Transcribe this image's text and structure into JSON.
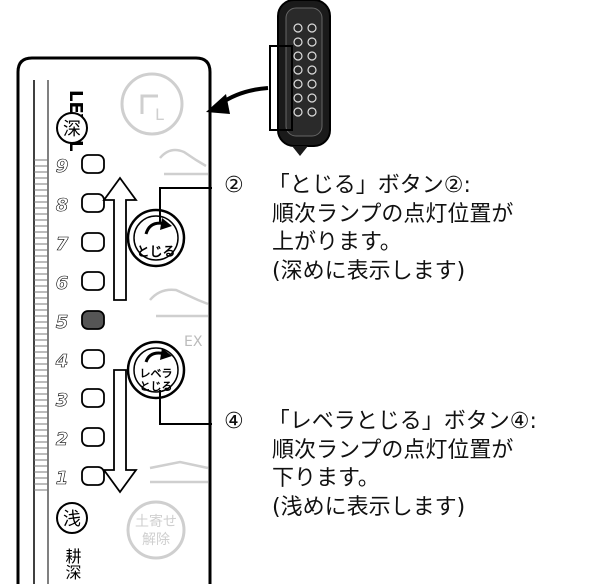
{
  "panel": {
    "label_level": "LEVEL",
    "deep_badge": "深",
    "shallow_badge": "浅",
    "bottom_vertical": "耕深",
    "levels": [
      "9",
      "8",
      "7",
      "6",
      "5",
      "4",
      "3",
      "2",
      "1"
    ],
    "active_level": "5"
  },
  "buttons": {
    "close_button_label": "とじる",
    "level_close_line1": "レベラ",
    "level_close_line2": "とじる",
    "earth_release_line1": "土寄せ",
    "earth_release_line2": "解除",
    "ex_label": "EX"
  },
  "callouts": [
    {
      "marker": "②",
      "title": "「とじる」ボタン②:",
      "lines": [
        "順次ランプの点灯位置が",
        "上がります。",
        "(深めに表示します)"
      ]
    },
    {
      "marker": "④",
      "title": "「レベラとじる」ボタン④:",
      "lines": [
        "順次ランプの点灯位置が",
        "下ります。",
        "(浅めに表示します)"
      ]
    }
  ],
  "colors": {
    "ink": "#111111",
    "lamp_on": "#555555",
    "lamp_off": "#ffffff",
    "faded": "#cfcfcf"
  }
}
